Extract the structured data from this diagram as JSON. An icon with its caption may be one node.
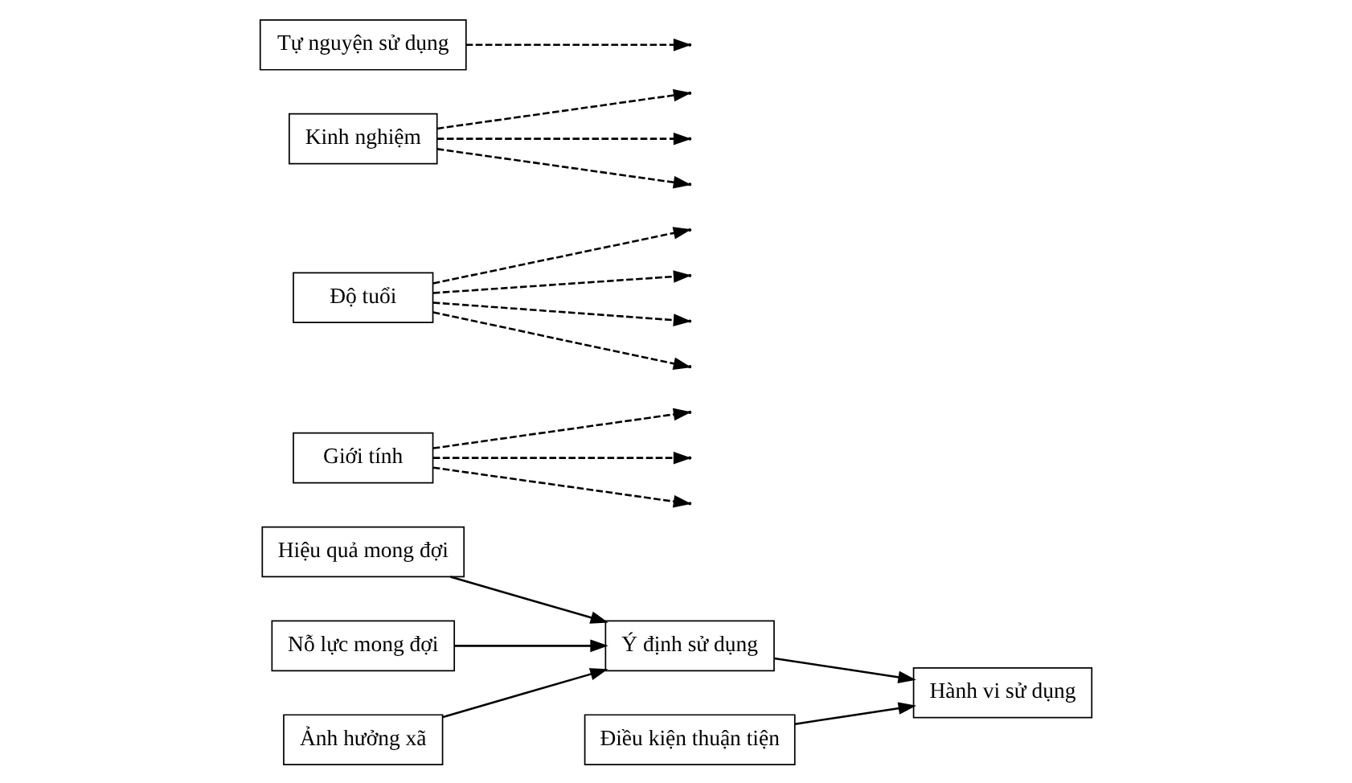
{
  "diagram": {
    "nodes": [
      {
        "text": [
          "Hiệu quả mong đợi"
        ]
      },
      {
        "text": [
          "Nỗ lực mong đợi"
        ]
      },
      {
        "text": [
          "Ảnh hưởng xã"
        ]
      },
      {
        "text": [
          "Điều kiện thuận tiện"
        ]
      },
      {
        "text": [
          "Ý định sử dụng"
        ]
      },
      {
        "text": [
          "Hành vi sử dụng"
        ]
      },
      {
        "text": [
          "Giới tính"
        ]
      },
      {
        "text": [
          "Độ tuổi"
        ]
      },
      {
        "text": [
          "Kinh nghiệm"
        ]
      },
      {
        "text": [
          "Tự nguyện sử dụng"
        ]
      }
    ],
    "edges": [
      {
        "from": 0,
        "to": 4,
        "arrow": "to"
      },
      {
        "from": 1,
        "to": 4,
        "arrow": "to"
      },
      {
        "from": 2,
        "to": 4,
        "arrow": "to"
      },
      {
        "from": 3,
        "to": 5,
        "arrow": "to"
      },
      {
        "from": 4,
        "to": 5,
        "arrow": "to"
      },
      {
        "from": 6,
        "to": null,
        "arrow": "to",
        "style": "dashed"
      },
      {
        "from": 6,
        "to": null,
        "arrow": "to",
        "style": "dashed"
      },
      {
        "from": 6,
        "to": null,
        "arrow": "to",
        "style": "dashed"
      },
      {
        "from": 7,
        "to": null,
        "arrow": "to",
        "style": "dashed"
      },
      {
        "from": 7,
        "to": null,
        "arrow": "to",
        "style": "dashed"
      },
      {
        "from": 7,
        "to": null,
        "arrow": "to",
        "style": "dashed"
      },
      {
        "from": 7,
        "to": null,
        "arrow": "to",
        "style": "dashed"
      },
      {
        "from": 8,
        "to": null,
        "arrow": "to",
        "style": "dashed"
      },
      {
        "from": 8,
        "to": null,
        "arrow": "to",
        "style": "dashed"
      },
      {
        "from": 8,
        "to": null,
        "arrow": "to",
        "style": "dashed"
      },
      {
        "from": 9,
        "to": null,
        "arrow": "to",
        "style": "dashed"
      }
    ]
  }
}
